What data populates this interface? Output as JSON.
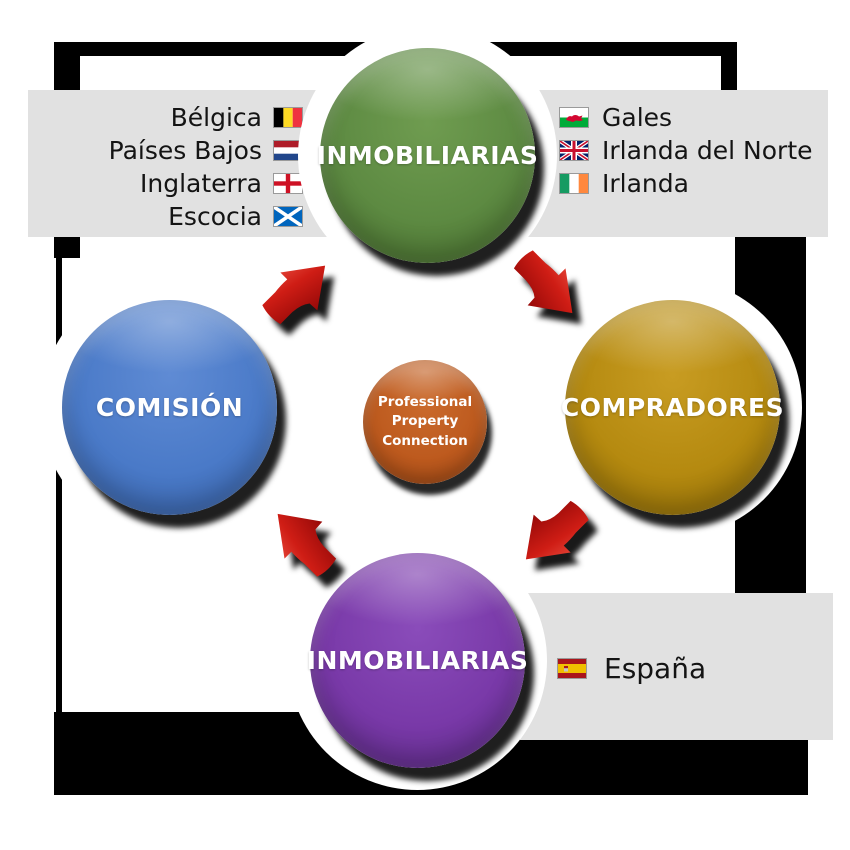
{
  "diagram": {
    "center": {
      "line1": "Professional",
      "line2": "Property",
      "line3": "Connection"
    },
    "nodes": [
      {
        "position": "top",
        "label": "INMOBILIARIAS"
      },
      {
        "position": "right",
        "label": "COMPRADORES"
      },
      {
        "position": "bottom",
        "label": "INMOBILIARIAS"
      },
      {
        "position": "left",
        "label": "COMISIÓN"
      }
    ],
    "countries_left": [
      {
        "label": "Bélgica",
        "flag": "belgium"
      },
      {
        "label": "Países Bajos",
        "flag": "netherlands"
      },
      {
        "label": "Inglaterra",
        "flag": "england"
      },
      {
        "label": "Escocia",
        "flag": "scotland"
      }
    ],
    "countries_right": [
      {
        "label": "Gales",
        "flag": "wales"
      },
      {
        "label": "Irlanda del Norte",
        "flag": "northern-ireland"
      },
      {
        "label": "Irlanda",
        "flag": "ireland"
      }
    ],
    "countries_bottom": [
      {
        "label": "España",
        "flag": "spain"
      }
    ],
    "flow_direction": "clockwise",
    "colors": {
      "node_top_green": "#5d8a42",
      "node_right_gold": "#b58a10",
      "node_bottom_purple": "#7939a8",
      "node_left_blue": "#4a7ac8",
      "node_center_orange": "#bd5a1e",
      "arrow_red": "#c01010",
      "band_gray": "#e1e1e1",
      "frame_black": "#000000",
      "label_white": "#ffffff",
      "country_text": "#141414"
    }
  }
}
